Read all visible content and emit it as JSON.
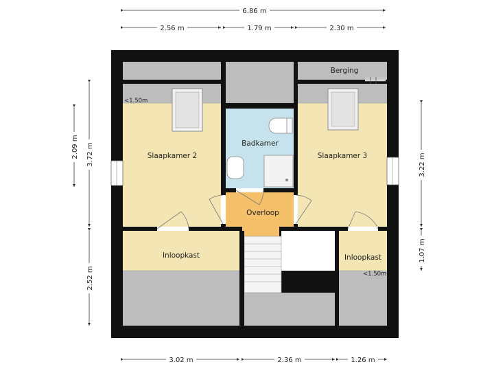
{
  "colors": {
    "wall": "#111111",
    "bedroom": "#f3e6b4",
    "bath": "#c6e2ec",
    "landing": "#f5c06a",
    "low_ceiling": "#bdbdbd",
    "stairs": "#f4f4f4",
    "dim_line": "#333333"
  },
  "dimensions": {
    "top_total": "6.86 m",
    "top_a": "2.56 m",
    "top_b": "1.79 m",
    "top_c": "2.30 m",
    "bottom_a": "3.02 m",
    "bottom_b": "2.36 m",
    "bottom_c": "1.26 m",
    "left_outer": "3.72 m",
    "left_inner": "2.09 m",
    "left_lower": "2.52 m",
    "right_upper": "3.22 m",
    "right_lower": "1.07 m"
  },
  "rooms": {
    "bedroom_left": "Slaapkamer 2",
    "bedroom_right": "Slaapkamer 3",
    "bathroom": "Badkamer",
    "landing": "Overloop",
    "walkin_left": "Inloopkast",
    "walkin_right": "Inloopkast",
    "storage": "Berging"
  },
  "notes": {
    "height_left": "<1.50m",
    "height_right": "<1.50m"
  },
  "icons": {
    "skylight": "skylight-icon",
    "toilet": "toilet-icon",
    "sink": "sink-icon",
    "shower": "shower-icon",
    "window": "window-icon",
    "door": "door-swing-icon",
    "stairs": "stairs-icon",
    "radiator": "radiator-icon"
  }
}
